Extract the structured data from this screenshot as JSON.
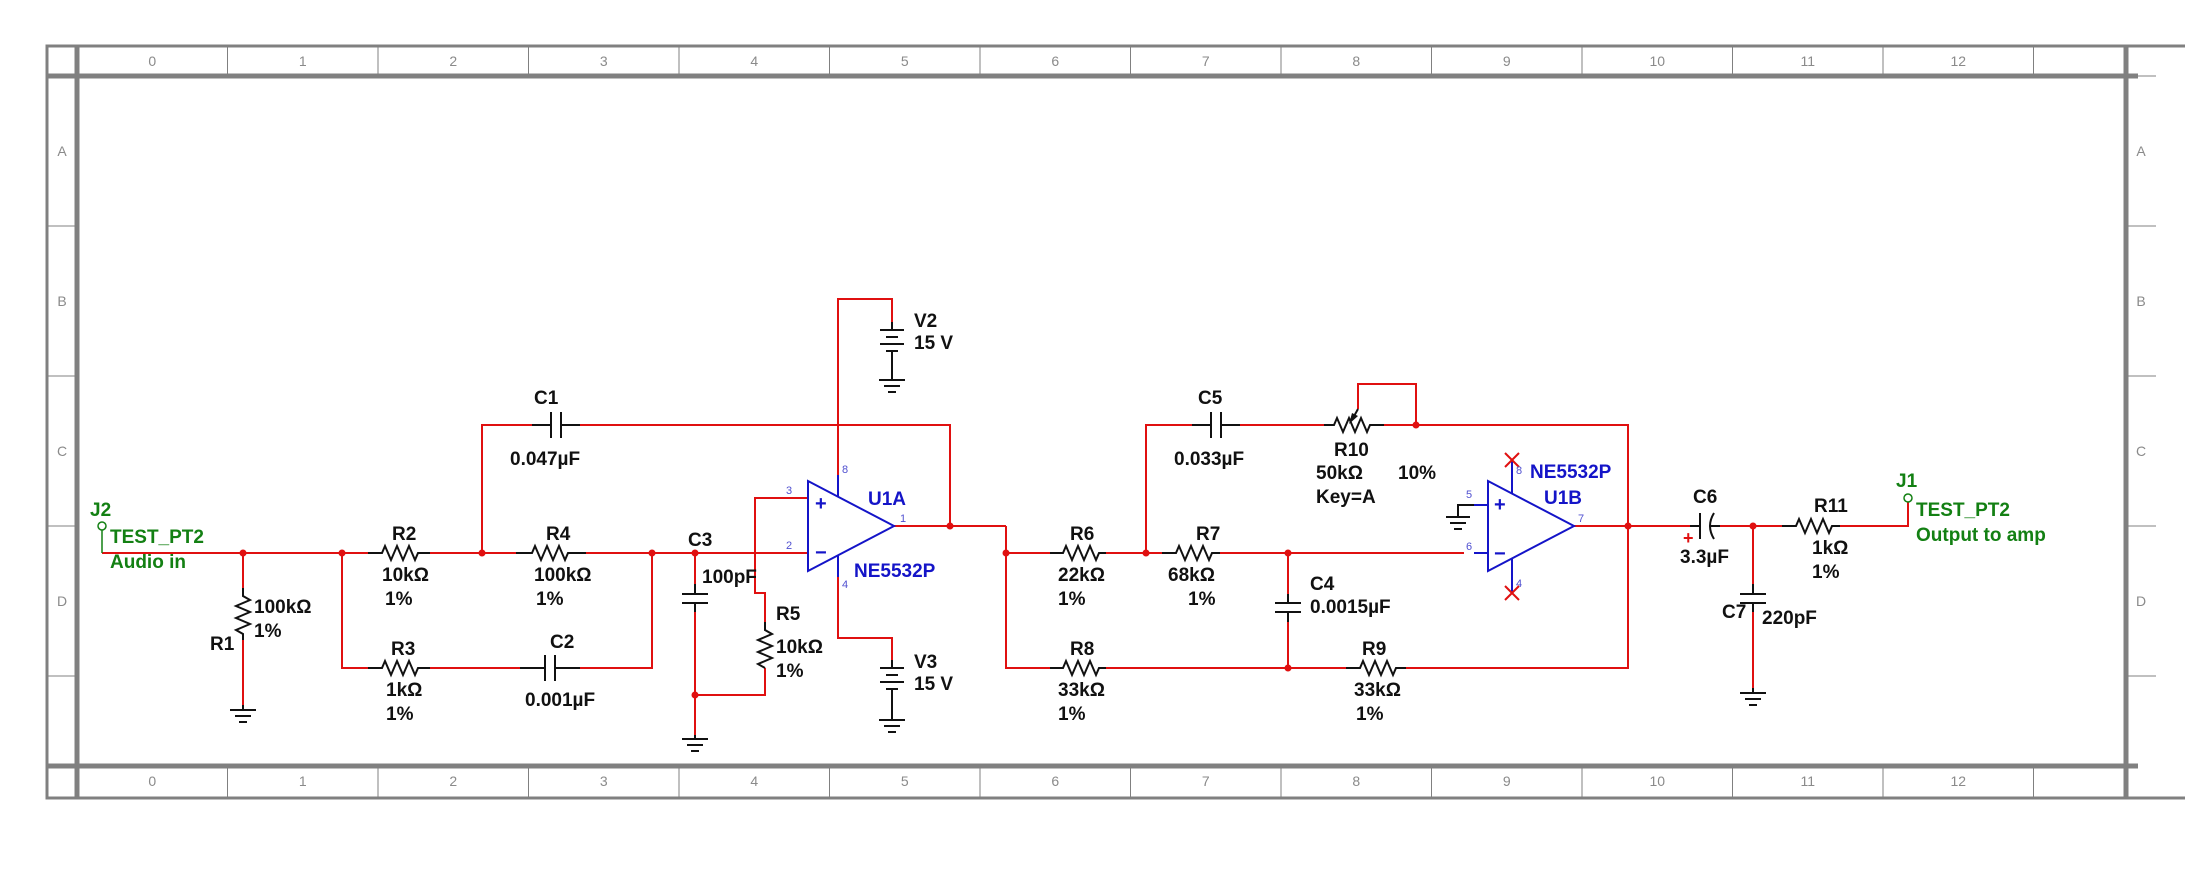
{
  "frame": {
    "col_labels": [
      "0",
      "1",
      "2",
      "3",
      "4",
      "5",
      "6",
      "7",
      "8",
      "9",
      "10",
      "11",
      "12"
    ],
    "row_labels": [
      "A",
      "B",
      "C",
      "D"
    ]
  },
  "components": {
    "J2": {
      "ref": "J2",
      "name": "TEST_PT2",
      "note": "Audio in"
    },
    "J1": {
      "ref": "J1",
      "name": "TEST_PT2",
      "note": "Output to amp"
    },
    "R1": {
      "ref": "R1",
      "value": "100kΩ",
      "tol": "1%"
    },
    "R2": {
      "ref": "R2",
      "value": "10kΩ",
      "tol": "1%"
    },
    "R3": {
      "ref": "R3",
      "value": "1kΩ",
      "tol": "1%"
    },
    "R4": {
      "ref": "R4",
      "value": "100kΩ",
      "tol": "1%"
    },
    "R5": {
      "ref": "R5",
      "value": "10kΩ",
      "tol": "1%"
    },
    "R6": {
      "ref": "R6",
      "value": "22kΩ",
      "tol": "1%"
    },
    "R7": {
      "ref": "R7",
      "value": "68kΩ",
      "tol": "1%"
    },
    "R8": {
      "ref": "R8",
      "value": "33kΩ",
      "tol": "1%"
    },
    "R9": {
      "ref": "R9",
      "value": "33kΩ",
      "tol": "1%"
    },
    "R10": {
      "ref": "R10",
      "value": "50kΩ",
      "pct": "10%",
      "key": "Key=A"
    },
    "R11": {
      "ref": "R11",
      "value": "1kΩ",
      "tol": "1%"
    },
    "C1": {
      "ref": "C1",
      "value": "0.047µF"
    },
    "C2": {
      "ref": "C2",
      "value": "0.001µF"
    },
    "C3": {
      "ref": "C3",
      "value": "100pF"
    },
    "C4": {
      "ref": "C4",
      "value": "0.0015µF"
    },
    "C5": {
      "ref": "C5",
      "value": "0.033µF"
    },
    "C6": {
      "ref": "C6",
      "value": "3.3µF"
    },
    "C7": {
      "ref": "C7",
      "value": "220pF"
    },
    "V2": {
      "ref": "V2",
      "value": "15 V"
    },
    "V3": {
      "ref": "V3",
      "value": "15 V"
    },
    "U1A": {
      "ref": "U1A",
      "part": "NE5532P",
      "pins": {
        "plus": "3",
        "minus": "2",
        "out": "1",
        "vcc": "8",
        "vee": "4"
      }
    },
    "U1B": {
      "ref": "U1B",
      "part": "NE5532P",
      "pins": {
        "plus": "5",
        "minus": "6",
        "out": "7",
        "vcc": "8",
        "vee": "4"
      }
    }
  },
  "colors": {
    "wire": "#e01010",
    "opamp": "#1414c8",
    "connector": "#138013",
    "frame": "#808080"
  }
}
